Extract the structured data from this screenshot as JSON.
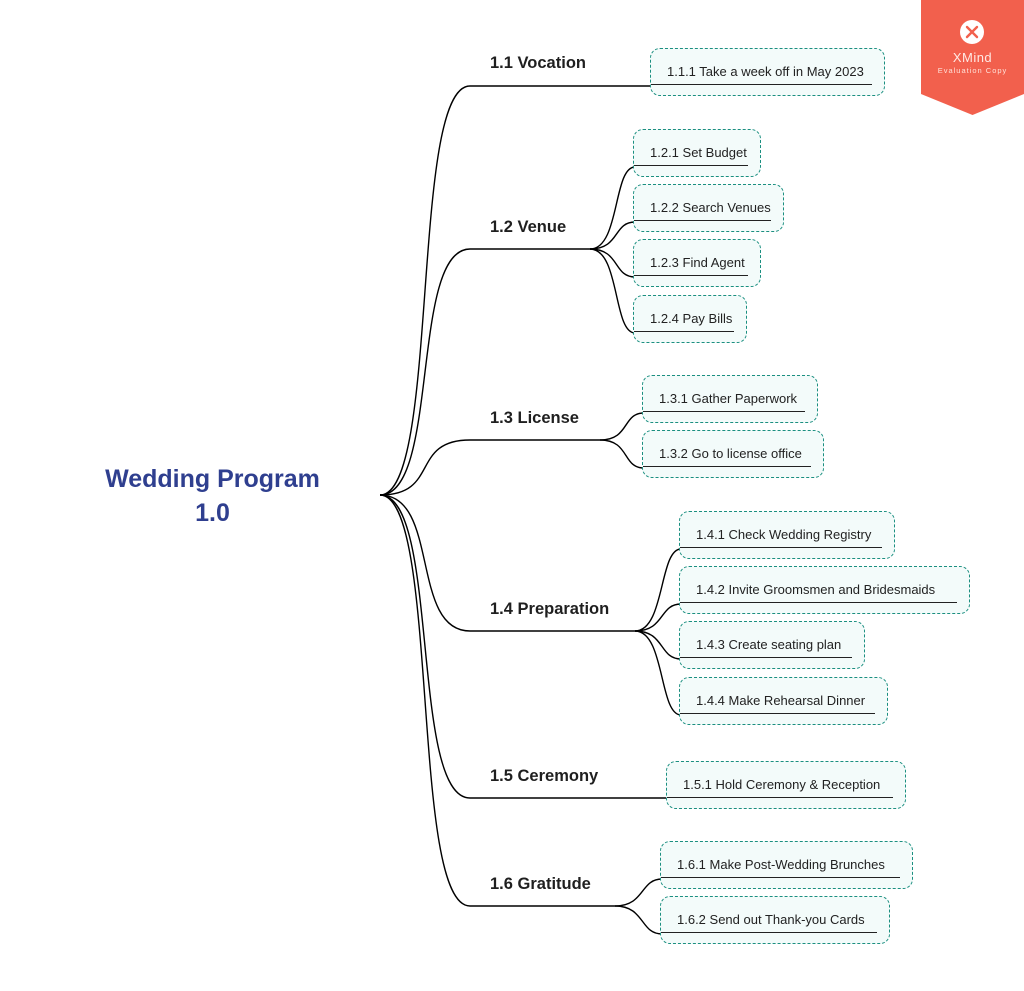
{
  "root": {
    "title_line1": "Wedding Program",
    "title_line2": "1.0"
  },
  "branches": [
    {
      "label": "1.1 Vocation",
      "leaves": [
        "1.1.1 Take a week off in May 2023"
      ]
    },
    {
      "label": "1.2 Venue",
      "leaves": [
        "1.2.1 Set Budget",
        "1.2.2 Search Venues",
        "1.2.3 Find Agent",
        "1.2.4 Pay Bills"
      ]
    },
    {
      "label": "1.3 License",
      "leaves": [
        "1.3.1 Gather Paperwork",
        "1.3.2 Go to license office"
      ]
    },
    {
      "label": "1.4 Preparation",
      "leaves": [
        "1.4.1 Check Wedding Registry",
        "1.4.2 Invite Groomsmen and Bridesmaids",
        "1.4.3 Create seating plan",
        "1.4.4 Make Rehearsal Dinner"
      ]
    },
    {
      "label": "1.5 Ceremony",
      "leaves": [
        "1.5.1 Hold Ceremony & Reception"
      ]
    },
    {
      "label": "1.6 Gratitude",
      "leaves": [
        "1.6.1 Make Post-Wedding Brunches",
        "1.6.2 Send out Thank-you Cards"
      ]
    }
  ],
  "watermark": {
    "brand": "XMind",
    "subtitle": "Evaluation Copy",
    "icon": "xmind-logo-icon"
  },
  "colors": {
    "root_text": "#2f3f8f",
    "branch_text": "#1f1f1f",
    "connector": "#000000",
    "leaf_border": "#1b8f80",
    "leaf_fill": "#f3fbfa",
    "badge": "#f2604d"
  }
}
